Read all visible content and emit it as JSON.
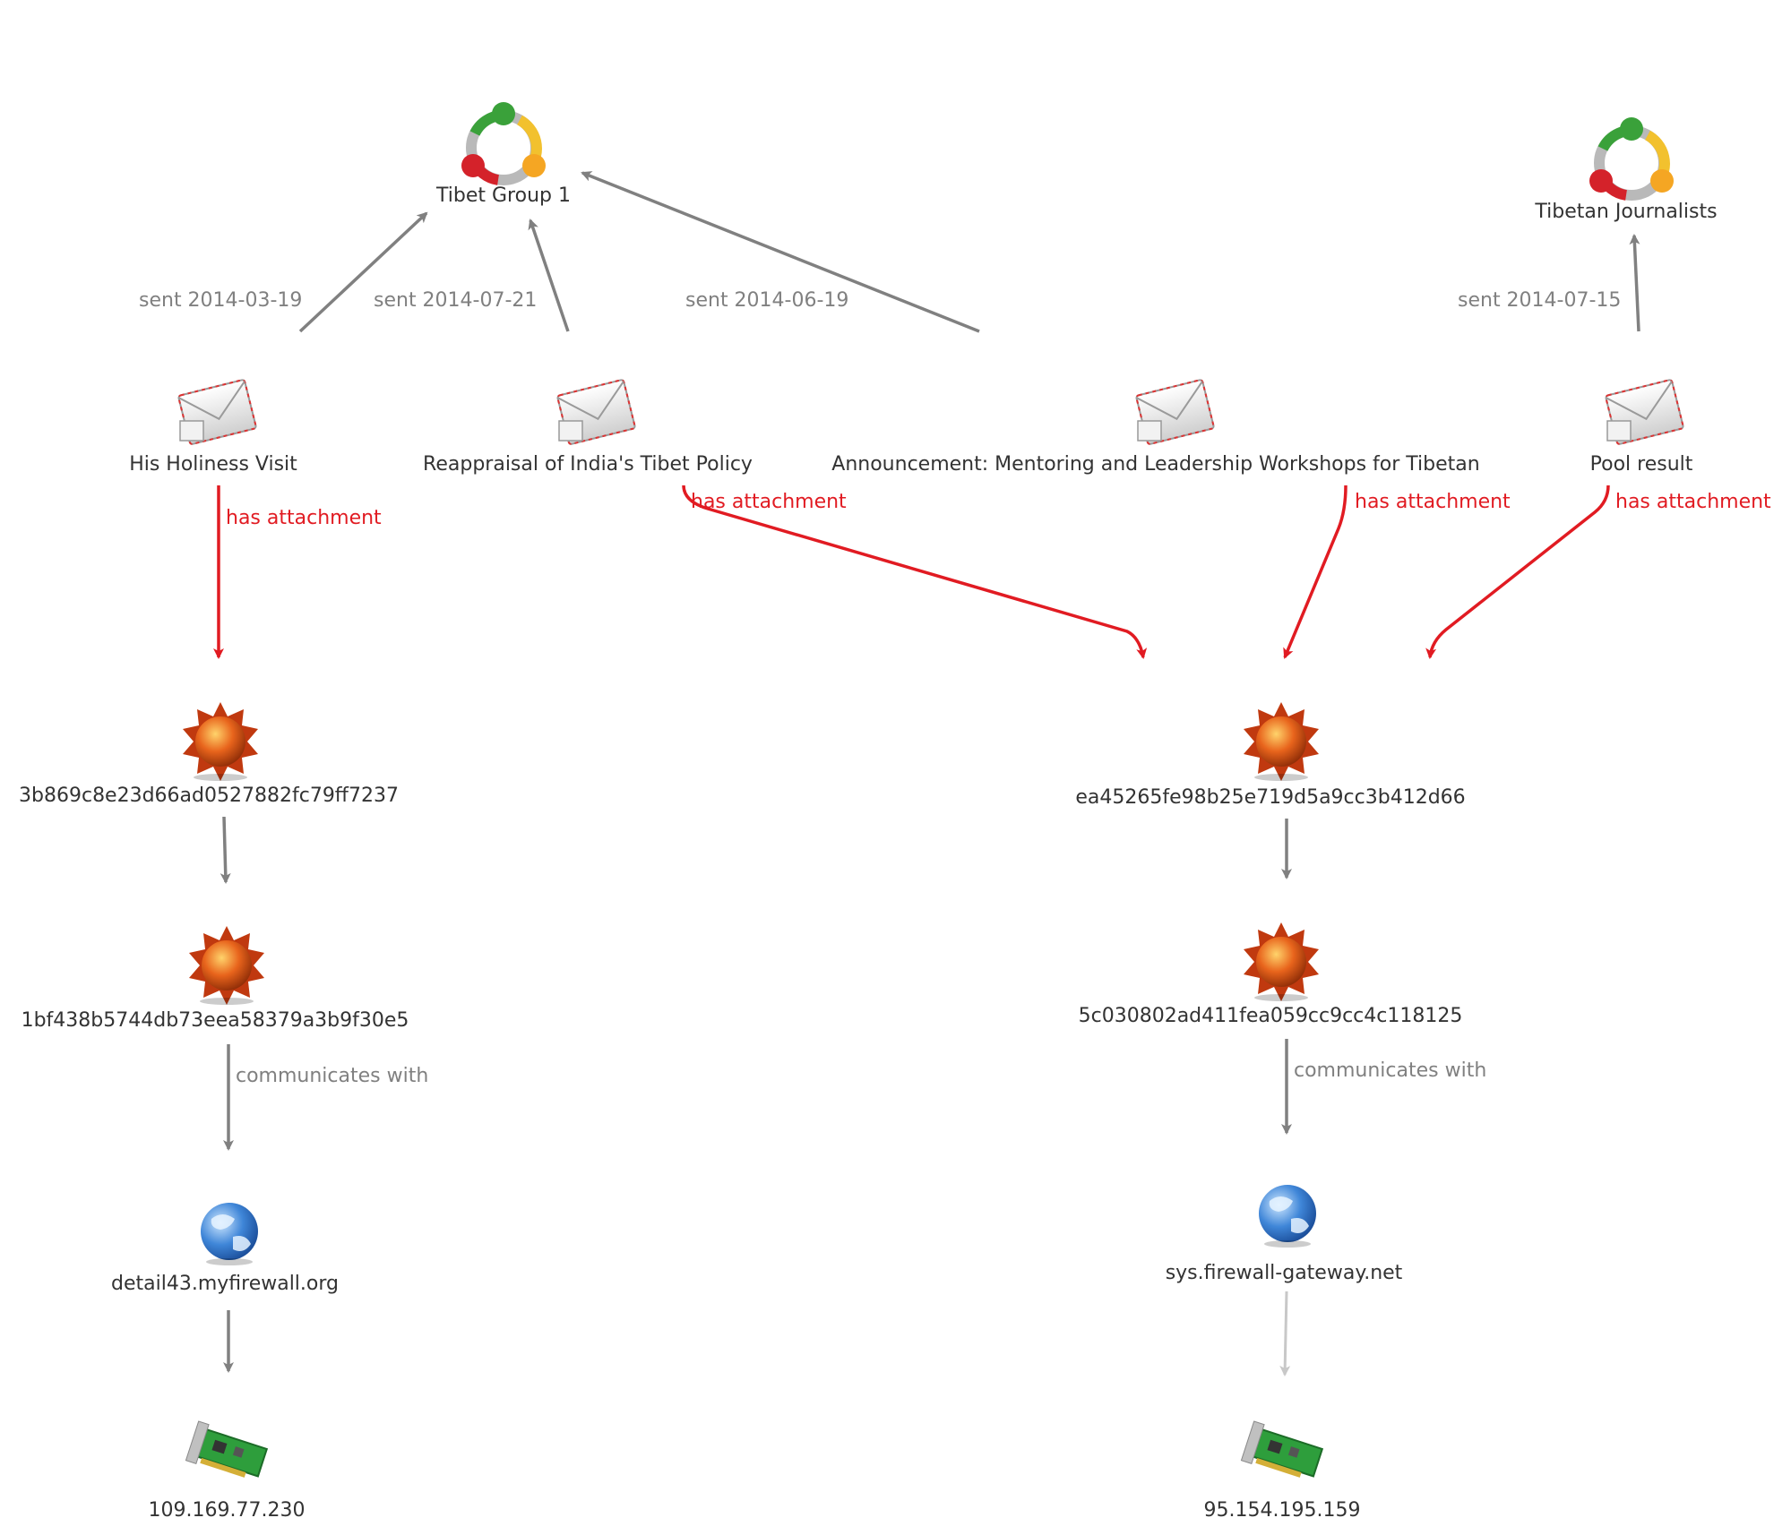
{
  "nodes": {
    "tibet_group_1": {
      "label": "Tibet Group 1",
      "icon": "group-icon"
    },
    "tibetan_journalists": {
      "label": "Tibetan Journalists",
      "icon": "group-icon"
    },
    "email_his_holiness": {
      "label": "His Holiness Visit",
      "icon": "email-icon"
    },
    "email_reappraisal": {
      "label": "Reappraisal of India's Tibet Policy",
      "icon": "email-icon"
    },
    "email_announcement": {
      "label": "Announcement: Mentoring and Leadership Workshops for Tibetan",
      "icon": "email-icon"
    },
    "email_pool_result": {
      "label": "Pool result",
      "icon": "email-icon"
    },
    "malware_3b869": {
      "label": "3b869c8e23d66ad0527882fc79ff7237",
      "icon": "malware-icon"
    },
    "malware_1bf43": {
      "label": "1bf438b5744db73eea58379a3b9f30e5",
      "icon": "malware-icon"
    },
    "malware_ea452": {
      "label": "ea45265fe98b25e719d5a9cc3b412d66",
      "icon": "malware-icon"
    },
    "malware_5c030": {
      "label": "5c030802ad411fea059cc9cc4c118125",
      "icon": "malware-icon"
    },
    "domain_detail43": {
      "label": "detail43.myfirewall.org",
      "icon": "globe-icon"
    },
    "domain_sysfw": {
      "label": "sys.firewall-gateway.net",
      "icon": "globe-icon"
    },
    "ip_109": {
      "label": "109.169.77.230",
      "icon": "network-card-icon"
    },
    "ip_95": {
      "label": "95.154.195.159",
      "icon": "network-card-icon"
    }
  },
  "edges": {
    "sent_1": {
      "label": "sent 2014-03-19"
    },
    "sent_2": {
      "label": "sent 2014-07-21"
    },
    "sent_3": {
      "label": "sent 2014-06-19"
    },
    "sent_4": {
      "label": "sent 2014-07-15"
    },
    "attach_1": {
      "label": "has attachment"
    },
    "attach_2": {
      "label": "has attachment"
    },
    "attach_3": {
      "label": "has attachment"
    },
    "attach_4": {
      "label": "has attachment"
    },
    "comm_1": {
      "label": "communicates with"
    },
    "comm_2": {
      "label": "communicates with"
    }
  },
  "colors": {
    "edge_gray": "#808080",
    "edge_red": "#e11b22",
    "edge_light": "#c8c8c8",
    "label_text": "#333333"
  }
}
